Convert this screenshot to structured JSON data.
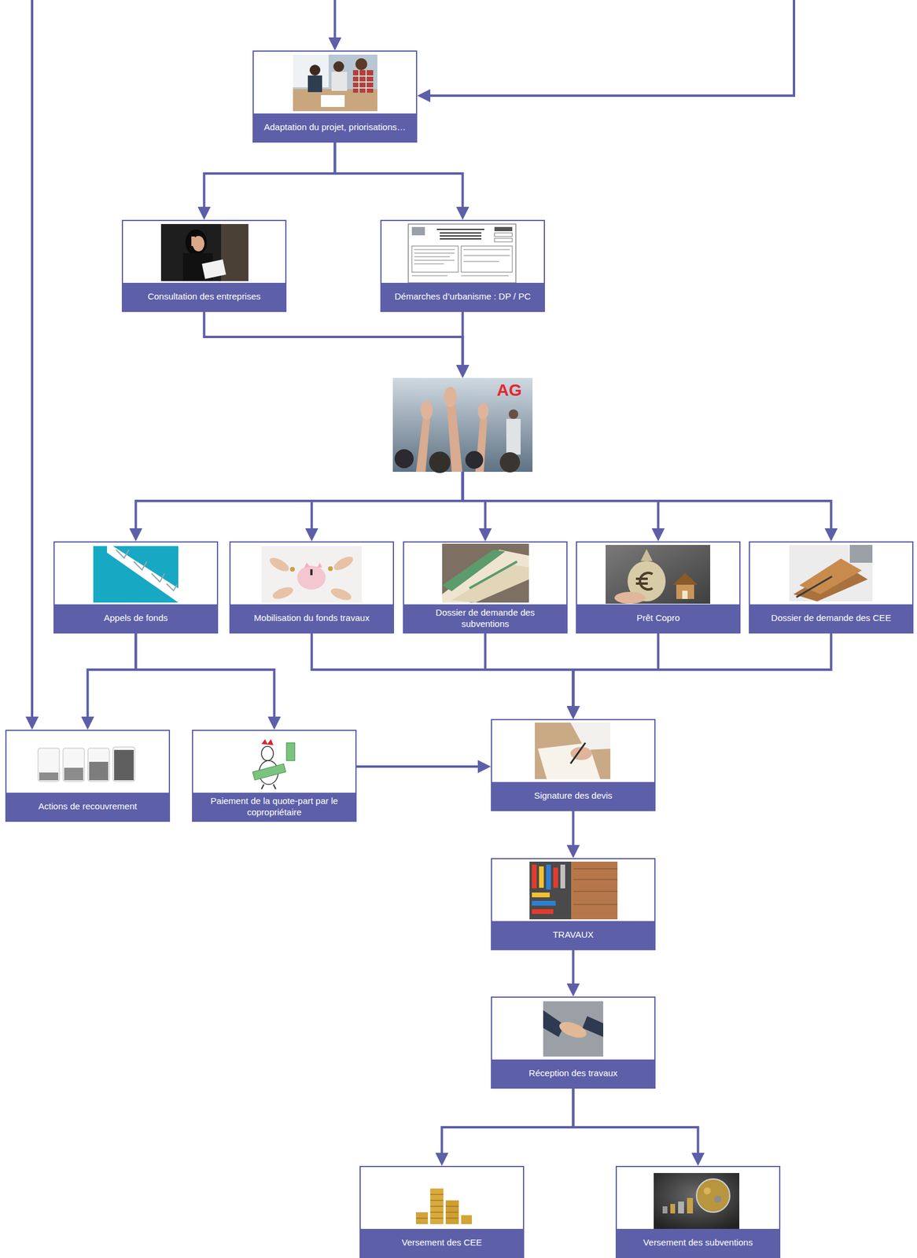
{
  "diagram": {
    "nodes": [
      {
        "text": [
          "Adaptation du projet, priorisations…"
        ]
      },
      {
        "text": [
          "Consultation des entreprises"
        ]
      },
      {
        "text": [
          "Démarches d’urbanisme : DP / PC"
        ]
      },
      {
        "text": [
          "AG"
        ]
      },
      {
        "text": [
          "Appels de fonds"
        ]
      },
      {
        "text": [
          "Mobilisation du fonds travaux"
        ]
      },
      {
        "text": [
          "Dossier de demande des subventions"
        ]
      },
      {
        "text": [
          "Prêt Copro"
        ]
      },
      {
        "text": [
          "Dossier de demande des CEE"
        ]
      },
      {
        "text": [
          "Actions de recouvrement"
        ]
      },
      {
        "text": [
          "Paiement de la quote-part par le copropriétaire"
        ]
      },
      {
        "text": [
          "Signature des devis"
        ]
      },
      {
        "text": [
          "TRAVAUX"
        ]
      },
      {
        "text": [
          "Réception des travaux"
        ]
      },
      {
        "text": [
          "Versement des CEE"
        ]
      },
      {
        "text": [
          "Versement des subventions"
        ]
      }
    ],
    "edges": [
      {
        "from": 0,
        "to": 1,
        "arrow": "to"
      },
      {
        "from": 0,
        "to": 2,
        "arrow": "to"
      },
      {
        "from": 1,
        "to": 3,
        "arrow": "to"
      },
      {
        "from": 2,
        "to": 3,
        "arrow": "to"
      },
      {
        "from": 3,
        "to": 4,
        "arrow": "to"
      },
      {
        "from": 3,
        "to": 5,
        "arrow": "to"
      },
      {
        "from": 3,
        "to": 6,
        "arrow": "to"
      },
      {
        "from": 3,
        "to": 7,
        "arrow": "to"
      },
      {
        "from": 3,
        "to": 8,
        "arrow": "to"
      },
      {
        "from": 4,
        "to": 9,
        "arrow": "to"
      },
      {
        "from": 4,
        "to": 10,
        "arrow": "to"
      },
      {
        "from": 5,
        "to": 11,
        "arrow": "to"
      },
      {
        "from": 6,
        "to": 11,
        "arrow": "to"
      },
      {
        "from": 7,
        "to": 11,
        "arrow": "to"
      },
      {
        "from": 8,
        "to": 11,
        "arrow": "to"
      },
      {
        "from": 10,
        "to": 11,
        "arrow": "to"
      },
      {
        "from": 11,
        "to": 12,
        "arrow": "to"
      },
      {
        "from": 12,
        "to": 13,
        "arrow": "to"
      },
      {
        "from": 13,
        "to": 14,
        "arrow": "to"
      },
      {
        "from": 13,
        "to": 15,
        "arrow": "to"
      }
    ]
  }
}
